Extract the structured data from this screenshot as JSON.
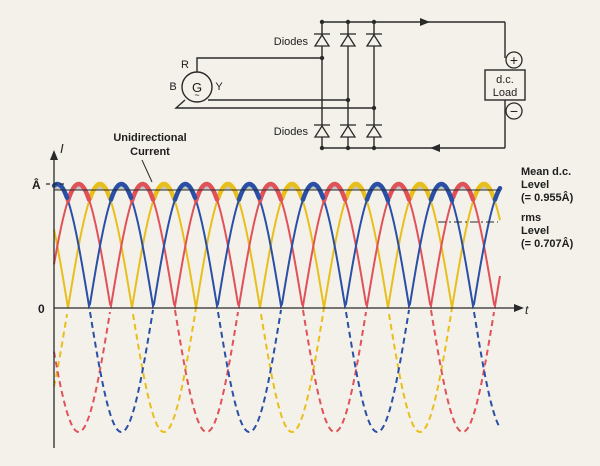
{
  "circuit": {
    "diodes_top_label": "Diodes",
    "diodes_bottom_label": "Diodes",
    "generator_symbol": "G",
    "phase_r": "R",
    "phase_y": "Y",
    "phase_b": "B",
    "load_line1": "d.c.",
    "load_line2": "Load",
    "plus_symbol": "+",
    "minus_symbol": "−"
  },
  "graph": {
    "y_axis_label": "I",
    "x_axis_label": "t",
    "peak_label": "Â",
    "zero_label": "0",
    "unidirectional_line1": "Unidirectional",
    "unidirectional_line2": "Current",
    "mean_line1": "Mean d.c.",
    "mean_line2": "Level",
    "mean_line3": "(= 0.955Â)",
    "rms_line1": "rms",
    "rms_line2": "Level",
    "rms_line3": "(= 0.707Â)",
    "colors": {
      "phase_red": "#e0525a",
      "phase_yellow": "#e8bf1a",
      "phase_blue": "#2a4fa6",
      "axis": "#2a2a2a"
    }
  }
}
